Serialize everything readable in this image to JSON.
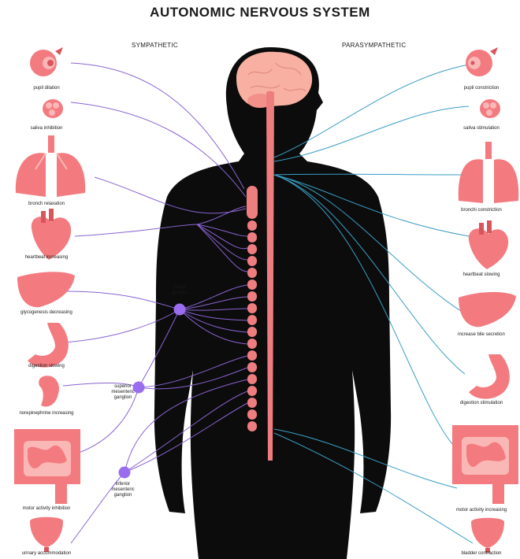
{
  "title": "AUTONOMIC NERVOUS SYSTEM",
  "sympathetic": {
    "heading": "SYMPATHETIC",
    "labels": [
      "pupil dilation",
      "saliva inhibition",
      "bronch relaxation",
      "heartbeat increasing",
      "glycogenesis decreasing",
      "digestion slowing",
      "norepinephrine increasing",
      "motor activity inhibition",
      "urinary accommodation"
    ]
  },
  "parasympathetic": {
    "heading": "PARASYMPATHETIC",
    "labels": [
      "pupil constriction",
      "saliva stimulation",
      "bronchi constriction",
      "heartbeat slowing",
      "increase bile secretion",
      "digestion stimulation",
      "motor activity increasing",
      "bladder contraction"
    ]
  },
  "ganglia": {
    "celiac": [
      "celiac",
      "ganglia"
    ],
    "superior": [
      "superior",
      "mesenteric",
      "ganglion"
    ],
    "inferior": [
      "inferior",
      "mesenteric",
      "ganglion"
    ]
  },
  "colors": {
    "organ": "#f37b80",
    "organ_light": "#f9b7b6",
    "organ_dark": "#d9555c",
    "body": "#0c0c0c",
    "spine": "#ee7d80",
    "brain": "#f7b0a2",
    "sympathetic_nerve": "#8a63d2",
    "parasympathetic_nerve": "#3a9ec4",
    "ganglion": "#9a6df0"
  }
}
